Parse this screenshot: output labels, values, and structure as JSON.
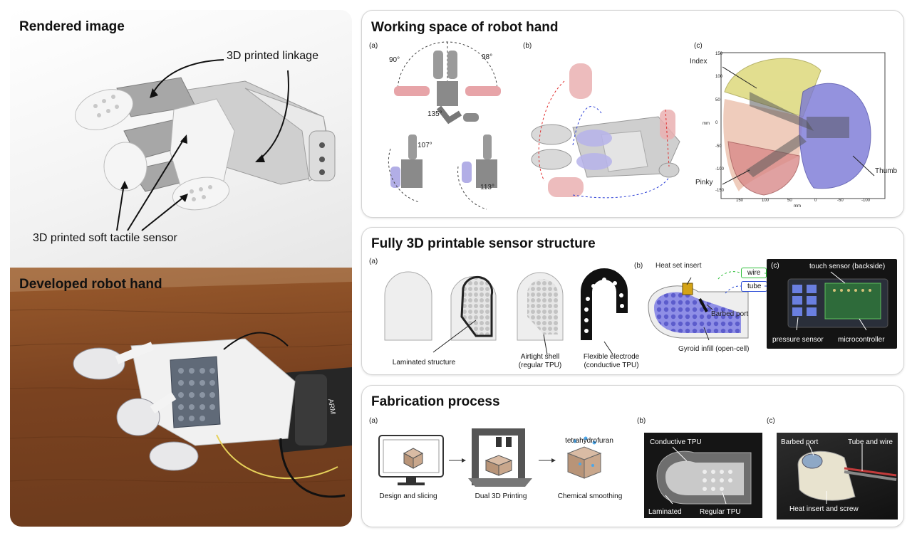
{
  "left_top": {
    "title": "Rendered image",
    "linkage_label": "3D printed linkage",
    "sensor_label": "3D printed soft tactile sensor"
  },
  "left_bottom": {
    "title": "Developed robot hand",
    "arm_text": "ARM"
  },
  "workspace": {
    "title": "Working space of robot hand",
    "a_label": "(a)",
    "b_label": "(b)",
    "c_label": "(c)",
    "angles": [
      "90°",
      "98°",
      "135°",
      "107°",
      "113°"
    ],
    "plot": {
      "y_ticks": [
        "150",
        "100",
        "50",
        "0",
        "-50",
        "-100",
        "-150"
      ],
      "x_ticks": [
        "150",
        "100",
        "50",
        "0",
        "-50",
        "-100"
      ],
      "y_unit": "mm",
      "x_unit": "mm",
      "labels": [
        "Index",
        "Pinky",
        "Thumb"
      ]
    }
  },
  "sensor": {
    "title": "Fully 3D printable sensor structure",
    "a_label": "(a)",
    "b_label": "(b)",
    "c_label": "(c)",
    "laminated": "Laminated structure",
    "shell_1": "Airtight shell",
    "shell_2": "(regular TPU)",
    "electrode_1": "Flexible electrode",
    "electrode_2": "(conductive TPU)",
    "heat_insert": "Heat set insert",
    "wire": "wire",
    "tube": "tube",
    "barbed": "Barbed port",
    "gyroid": "Gyroid infill (open-cell)",
    "touch": "touch sensor (backside)",
    "pressure": "pressure sensor",
    "micro": "microcontroller"
  },
  "fabrication": {
    "title": "Fabrication process",
    "a_label": "(a)",
    "b_label": "(b)",
    "c_label": "(c)",
    "design": "Design and slicing",
    "printing": "Dual 3D Printing",
    "thf": "tetrahydrofuran",
    "smoothing": "Chemical smoothing",
    "conductive": "Conductive TPU",
    "laminated": "Laminated",
    "regular": "Regular TPU",
    "barbed": "Barbed port",
    "tube_wire": "Tube and wire",
    "heat_screw": "Heat insert and screw"
  },
  "colors": {
    "index_region": "#d8d36a",
    "pinky_region": "#d98a8a",
    "thumb_region": "#7a78d6",
    "wire_color": "#2fbf3a",
    "tube_color": "#2f4fd6",
    "wood": "#8a4f26"
  }
}
